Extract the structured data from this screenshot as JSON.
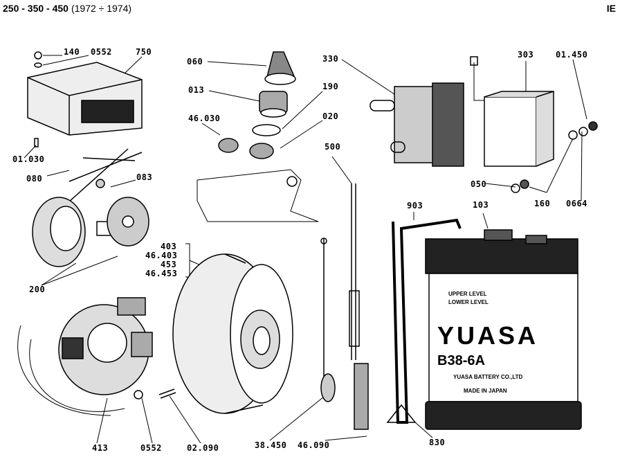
{
  "header": {
    "models": "250 - 350 - 450",
    "years": "(1972 ÷ 1974)",
    "section_code": "IE"
  },
  "labels": {
    "l140": "140",
    "l0552a": "0552",
    "l750": "750",
    "l01030": "01.030",
    "l080": "080",
    "l083": "083",
    "l200": "200",
    "l403": "403",
    "l46403": "46.403",
    "l453": "453",
    "l46453": "46.453",
    "l060": "060",
    "l013": "013",
    "l190": "190",
    "l46030": "46.030",
    "l020": "020",
    "l330": "330",
    "l303": "303",
    "l01450": "01.450",
    "l500": "500",
    "l050": "050",
    "l160": "160",
    "l0664": "0664",
    "l903": "903",
    "l103": "103",
    "l413": "413",
    "l0552b": "0552",
    "l02090": "02.090",
    "l38450": "38.450",
    "l46090": "46.090",
    "l830": "830"
  },
  "battery": {
    "brand": "YUASA",
    "model": "B38-6A",
    "upper": "UPPER LEVEL",
    "lower": "LOWER LEVEL",
    "maker": "YUASA BATTERY CO.,LTD",
    "origin": "MADE IN JAPAN"
  }
}
